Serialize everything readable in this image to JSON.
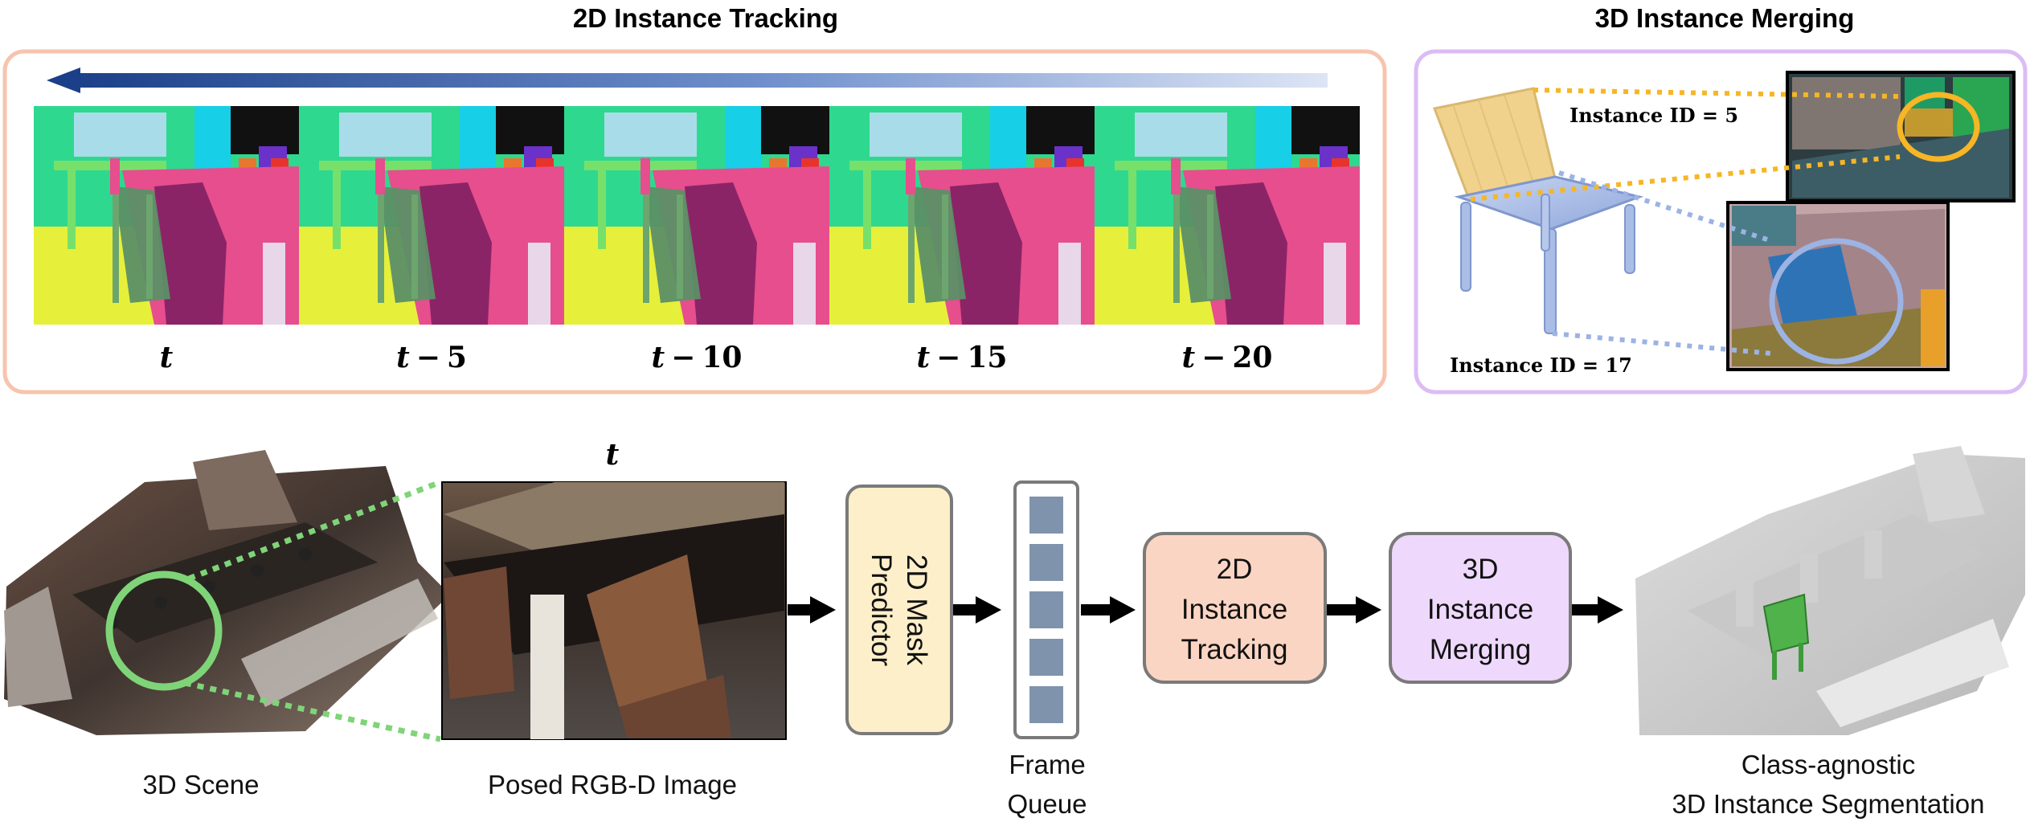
{
  "tracking": {
    "title": "2D Instance Tracking",
    "frames": [
      {
        "var": "t",
        "op": "",
        "num": ""
      },
      {
        "var": "t",
        "op": "−",
        "num": "5"
      },
      {
        "var": "t",
        "op": "−",
        "num": "10"
      },
      {
        "var": "t",
        "op": "−",
        "num": "15"
      },
      {
        "var": "t",
        "op": "−",
        "num": "20"
      }
    ]
  },
  "merging": {
    "title": "3D Instance Merging",
    "id_top": "Instance ID = 5",
    "id_bottom": "Instance ID = 17"
  },
  "pipeline": {
    "time_label": "t",
    "scene_label": "3D Scene",
    "rgbd_label": "Posed RGB-D Image",
    "mask_predictor": [
      "2D Mask",
      "Predictor"
    ],
    "queue_label": [
      "Frame",
      "Queue"
    ],
    "tracking_box": [
      "2D",
      "Instance",
      "Tracking"
    ],
    "merging_box": [
      "3D",
      "Instance",
      "Merging"
    ],
    "output_label": [
      "Class-agnostic",
      "3D Instance Segmentation"
    ]
  },
  "colors": {
    "tracking_accent": "#f7c4ad",
    "merging_accent": "#dcbcf5",
    "mask_predictor_fill": "#fcefc9",
    "tracking_fill": "#fbd5c3",
    "merging_fill": "#eed8fb",
    "queue_cell": "#8093ad",
    "highlight_green": "#7fd478",
    "yellow_id": "#f6b625",
    "blue_id": "#8ea9de"
  }
}
